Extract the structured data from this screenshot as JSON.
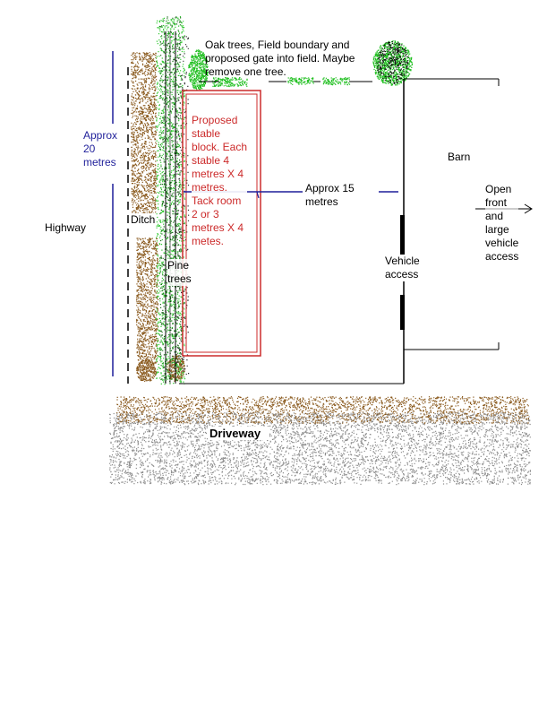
{
  "labels": {
    "oak_note": "Oak trees, Field boundary and\nproposed gate into field. Maybe\nremove one tree.",
    "approx_20": "Approx\n20\nmetres",
    "highway": "Highway",
    "ditch": "Ditch",
    "pine_trees": "Pine\ntrees",
    "stable_text": "Proposed\nstable\nblock. Each\nstable 4\nmetres X 4\nmetres.\nTack room\n2 or 3\nmetres X 4\nmetes.",
    "approx_15": "Approx 15\nmetres",
    "barn": "Barn",
    "open_front": "Open\nfront\nand\nlarge\nvehicle\naccess",
    "vehicle_access": "Vehicle\naccess",
    "driveway": "Driveway"
  },
  "colors": {
    "tree_brown": "#8a5a1e",
    "tree_green": "#2fc92f",
    "oak_green": "#1fbf1f",
    "gravel_grey": "#8c8c8c",
    "measure_blue": "#1f1f9a",
    "stable_red": "#cc2a2a",
    "line_black": "#000000"
  },
  "icons": {
    "open_front_arrow": "arrow-right-icon"
  }
}
